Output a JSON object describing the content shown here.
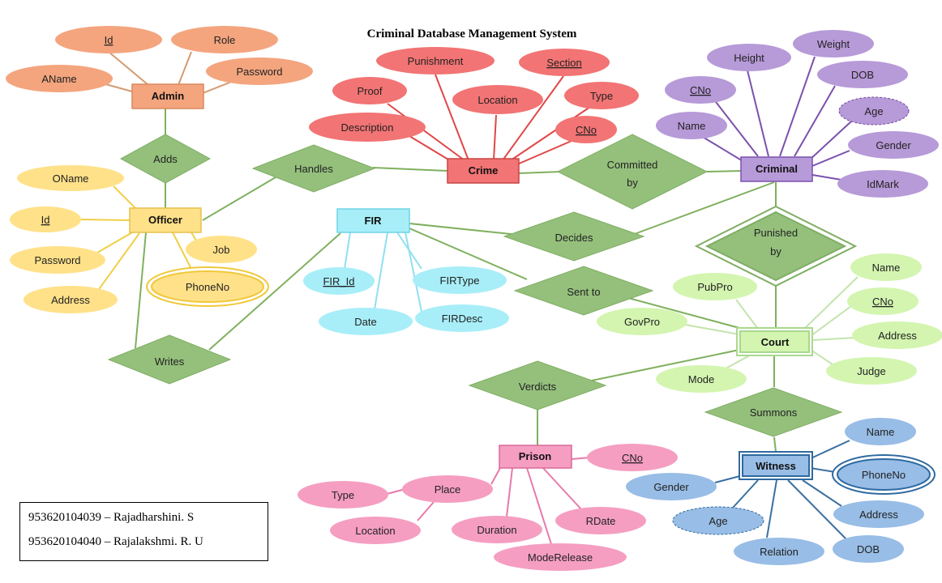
{
  "title": "Criminal Database Management System",
  "entities": {
    "admin": "Admin",
    "officer": "Officer",
    "crime": "Crime",
    "criminal": "Criminal",
    "fir": "FIR",
    "court": "Court",
    "prison": "Prison",
    "witness": "Witness"
  },
  "relationships": {
    "adds": "Adds",
    "handles": "Handles",
    "committed_by": [
      "Committed",
      "by"
    ],
    "decides": "Decides",
    "punished_by": [
      "Punished",
      "by"
    ],
    "sent_to": "Sent to",
    "writes": "Writes",
    "verdicts": "Verdicts",
    "summons": "Summons"
  },
  "attributes": {
    "admin": [
      "Id",
      "Role",
      "AName",
      "Password"
    ],
    "officer": [
      "OName",
      "Id",
      "Job",
      "Password",
      "PhoneNo",
      "Address"
    ],
    "crime": [
      "Punishment",
      "Section",
      "Proof",
      "Location",
      "Type",
      "Description",
      "CNo"
    ],
    "criminal": [
      "Height",
      "Weight",
      "DOB",
      "CNo",
      "Age",
      "Name",
      "Gender",
      "IdMark"
    ],
    "fir": [
      "FIR_Id",
      "FIRType",
      "Date",
      "FIRDesc"
    ],
    "court": [
      "PubPro",
      "Name",
      "CNo",
      "GovPro",
      "Address",
      "Judge",
      "Mode"
    ],
    "prison": [
      "CNo",
      "Place",
      "Type",
      "Location",
      "Duration",
      "RDate",
      "ModeRelease"
    ],
    "witness": [
      "Name",
      "Gender",
      "PhoneNo",
      "Age",
      "Address",
      "Relation",
      "DOB"
    ]
  },
  "colors": {
    "admin": "#f4a57e",
    "officer": "#ffe189",
    "crime": "#f27474",
    "criminal": "#b79ad8",
    "fir": "#a8eef8",
    "court": "#d3f5b0",
    "prison": "#f59ec2",
    "witness": "#98bde6",
    "relationship": "#95c07c"
  },
  "credits": [
    "953620104039 – Rajadharshini. S",
    "953620104040 – Rajalakshmi. R. U"
  ]
}
